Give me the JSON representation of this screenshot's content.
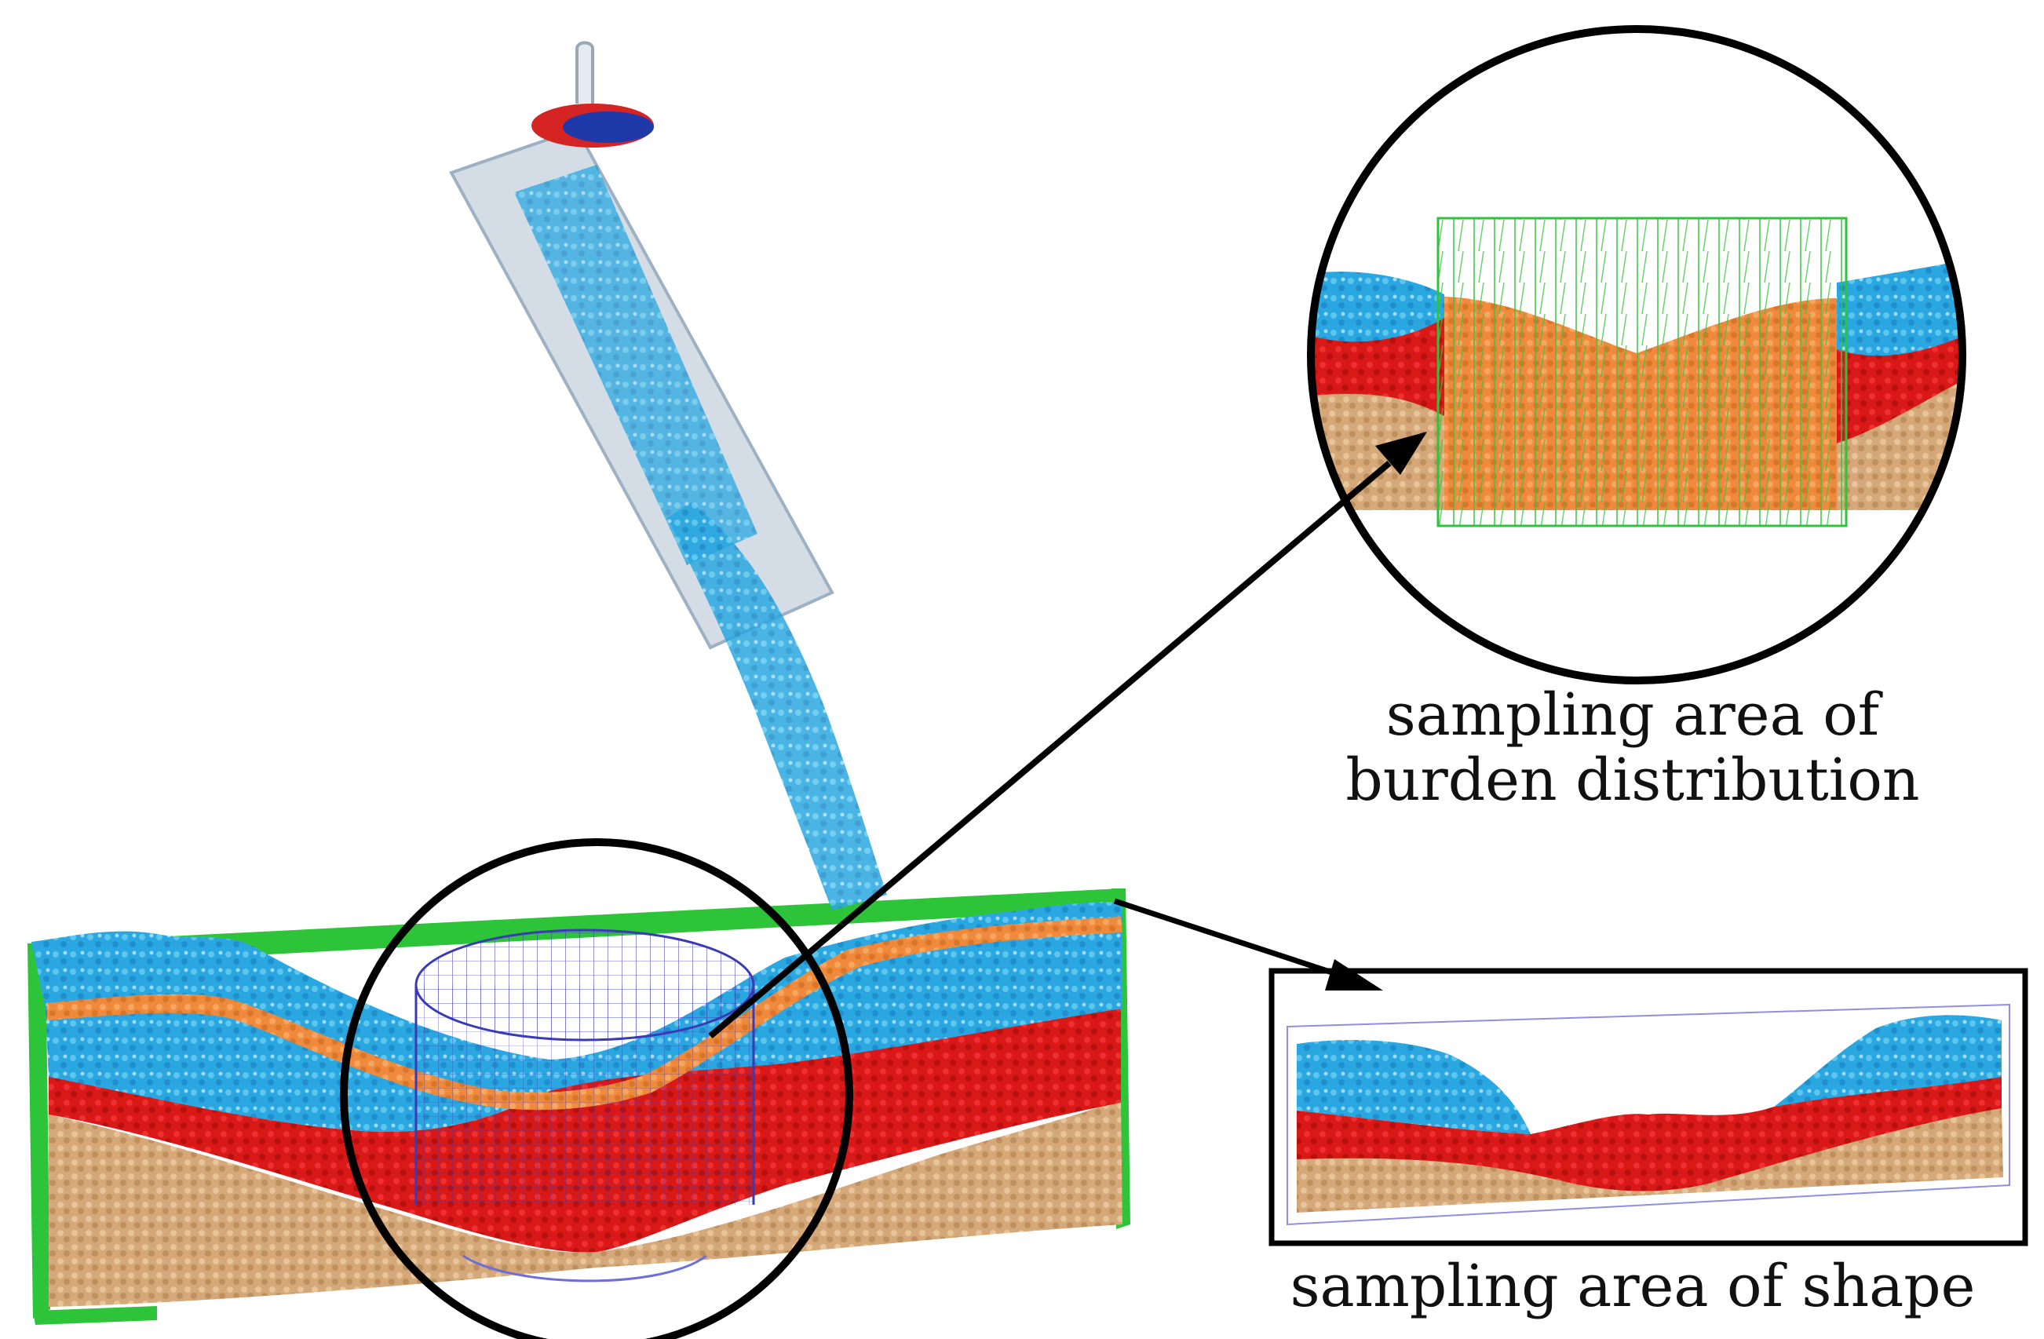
{
  "captions": {
    "burden_line1": "sampling area of",
    "burden_line2": "burden distribution",
    "shape": "sampling area of shape"
  },
  "colors": {
    "top_layer": "#2aa7e0",
    "cyan_particles": "#35d3e8",
    "red_layer": "#e01a1a",
    "tan_layer": "#d9b083",
    "orange_layer": "#f0883a",
    "green_frame": "#2ec43a",
    "blue_mesh": "#3a3ab5",
    "chute": "#cdd8e2",
    "outline": "#000000"
  }
}
